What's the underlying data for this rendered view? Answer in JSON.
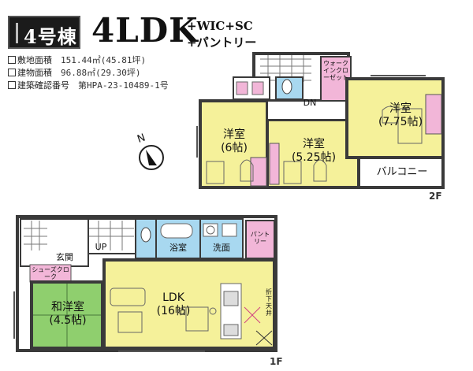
{
  "header": {
    "unit_label": "4号棟",
    "layout_type": "4LDK",
    "extras_line1": "+WIC+SC",
    "extras_line2": "+パントリー"
  },
  "details": [
    {
      "label": "敷地面積",
      "value": "151.44㎡(45.81坪)"
    },
    {
      "label": "建物面積",
      "value": "96.88㎡(29.30坪)"
    },
    {
      "label": "建築確認番号",
      "value": "第HPA-23-10489-1号"
    }
  ],
  "floor2": {
    "floor_label": "2F",
    "rooms": {
      "western_a": {
        "name": "洋室",
        "size": "(6帖)"
      },
      "western_b": {
        "name": "洋室",
        "size": "(5.25帖)"
      },
      "western_c": {
        "name": "洋室",
        "size": "(7.75帖)"
      },
      "walkin_closet": "ウォークインクローゼット",
      "balcony": "バルコニー",
      "down_label": "DN"
    }
  },
  "floor1": {
    "floor_label": "1F",
    "rooms": {
      "entrance": "玄関",
      "up_label": "UP",
      "shoes_closet": "シューズクローク",
      "bath": "浴室",
      "washroom": "洗面",
      "pantry": "パントリー",
      "ldk": {
        "name": "LDK",
        "size": "(16帖)"
      },
      "japanese": {
        "name": "和洋室",
        "size": "(4.5帖)"
      },
      "ceiling_note": "折下天井"
    }
  },
  "colors": {
    "western_room": "#f5f19a",
    "ldk": "#f5f19a",
    "japanese_room": "#8fcf6e",
    "closet": "#f2b6d8",
    "wet_area": "#a8d8f0",
    "wall": "#3a3a3a"
  }
}
